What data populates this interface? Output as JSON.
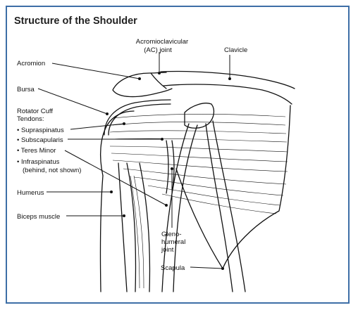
{
  "title": "Structure of the Shoulder",
  "labels": {
    "ac_joint_line1": "Acromioclavicular",
    "ac_joint_line2": "(AC) joint",
    "clavicle": "Clavicle",
    "acromion": "Acromion",
    "bursa": "Bursa",
    "rotator_cuff_line1": "Rotator Cuff",
    "rotator_cuff_line2": "Tendons:",
    "supraspinatus": "• Supraspinatus",
    "subscapularis": "• Subscapularis",
    "teres_minor": "• Teres Minor",
    "infraspinatus_line1": "• Infraspinatus",
    "infraspinatus_line2": "(behind, not shown)",
    "humerus": "Humerus",
    "biceps": "Biceps muscle",
    "gleno_line1": "Gleno-",
    "gleno_line2": "humeral",
    "gleno_line3": "joint",
    "scapula": "Scapula"
  }
}
